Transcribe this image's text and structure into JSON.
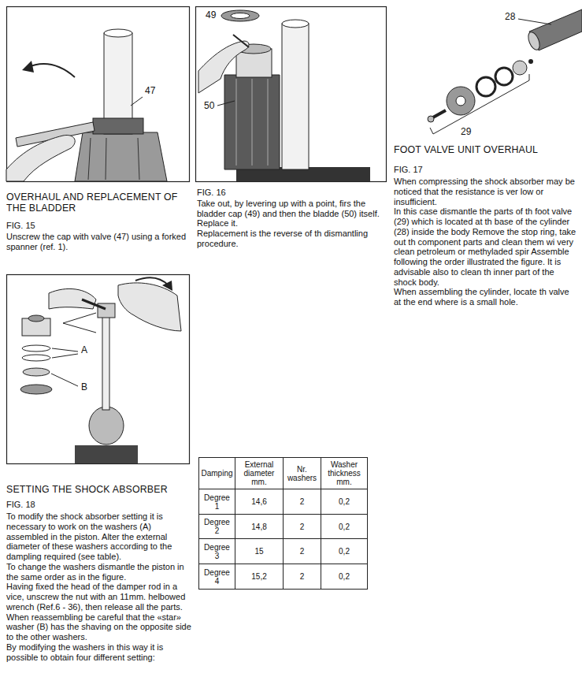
{
  "diagram": {
    "labels": [
      "47",
      "OVERHAUL AND REPLACEMENT OF THE BLADDER",
      "FIG. 15",
      "Unscrew the cap with valve (47) using a forked spanner (ref. 1).",
      "49",
      "50",
      "FIG. 16",
      "Take out, by levering up with a point, firs the bladder cap (49) and then the bladde (50) itself.",
      "Replace it.",
      "Replacement is the reverse of th dismantling procedure.",
      "28",
      "29",
      "FOOT VALVE UNIT OVERHAUL",
      "FIG. 17",
      "When compressing the shock absorber may be noticed that the resistance is ver low or insufficient.",
      "In this case dismantle the parts of th foot valve (29) which is located at th base of the cylinder (28) inside the body Remove the stop ring, take out th component parts and clean them wi very clean petroleum or methyladed spir Assemble following the order illustrated the figure. It is advisable also to clean th inner part of the shock body.",
      "When assembling the cylinder, locate th valve at the end where is a small hole.",
      "A",
      "B",
      "SETTING THE SHOCK ABSORBER",
      "FIG. 18",
      "To modify the shock absorber setting it is necessary to work on the washers (A) assembled in the piston. Alter the external diameter of these washers according to the dampling required (see table).",
      "To change the washers dismantle the piston in the same order as in the figure.",
      "Having fixed the head of the damper rod in a vice, unscrew the nut with an 11mm. helbowed wrench (Ref.6 - 36), then release all the parts. When reassembling be careful that the «star» washer (B) has the shaving on the opposite side to the other washers.",
      "By modifying the washers in this way it is possible to obtain four different setting:",
      "Damping",
      "External diameter mm.",
      "Nr. washers",
      "Washer thickness mm.",
      "Degree 1",
      "14,6",
      "2",
      "0,2",
      "Degree 2",
      "14,8",
      "2",
      "0,2",
      "Degree 3",
      "15",
      "2",
      "0,2",
      "Degree 4",
      "15,2",
      "2",
      "0,2"
    ]
  }
}
